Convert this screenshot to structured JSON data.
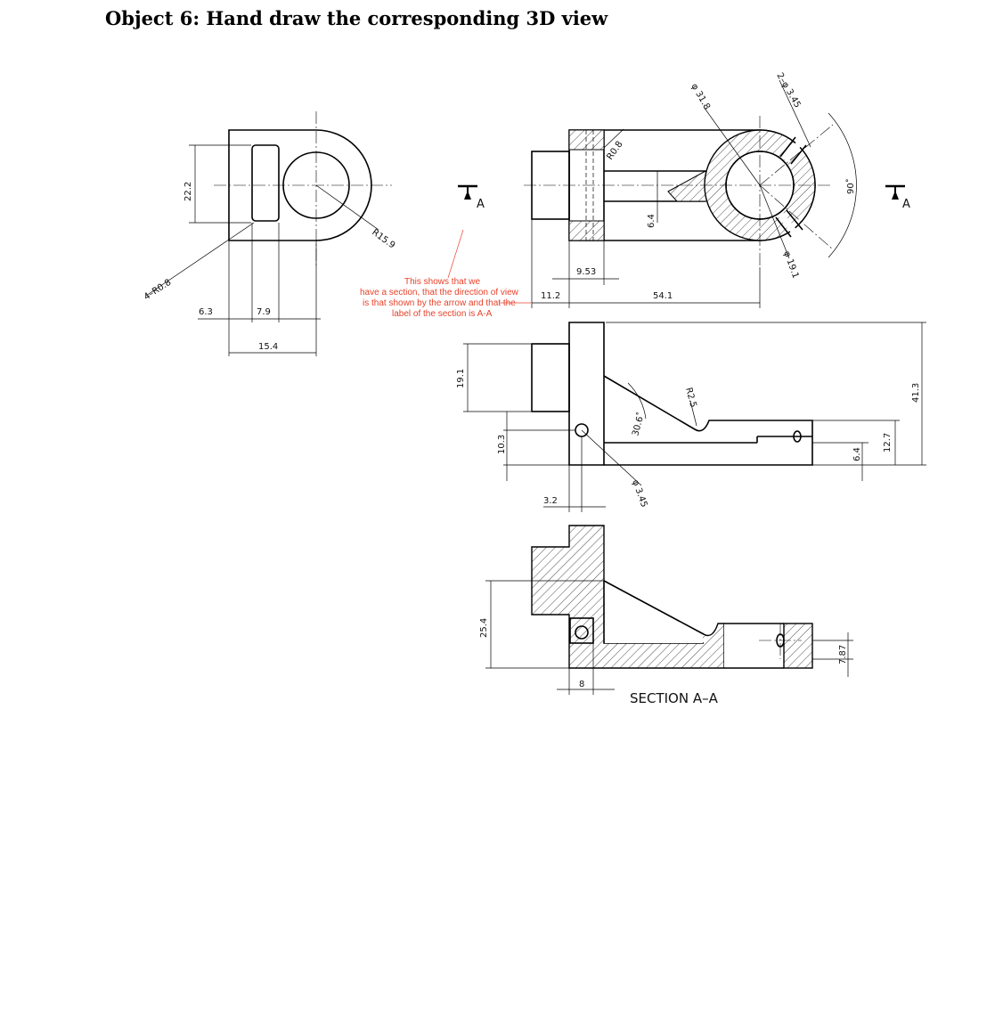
{
  "page": {
    "title": "Object 6: Hand draw the corresponding 3D view"
  },
  "note": {
    "lines": [
      "This shows that we",
      "have a section, that the direction of view",
      "is that shown by the arrow and that the",
      "label of the section is A-A"
    ],
    "color": "#e8412a"
  },
  "section_markers": {
    "left": "A",
    "right": "A"
  },
  "section_label": "SECTION A–A",
  "dimensions": {
    "d22_2": "22.2",
    "r_4": "4–R0.8",
    "r15_9": "R15.9",
    "d6_3": "6.3",
    "d7_9": "7.9",
    "d15_4": "15.4",
    "phi31_8": "φ 31.8",
    "phi3_45_2": "2–φ 3.45",
    "r0_8": "R0.8",
    "d6_4_top": "6.4",
    "ang90": "90˚",
    "phi19_1": "φ 19.1",
    "d9_53": "9.53",
    "d11_2": "11.2",
    "d54_1": "54.1",
    "d19_1": "19.1",
    "d10_3": "10.3",
    "ang30_6": "30.6˚",
    "r2_5": "R2.5",
    "phi3_45": "φ 3.45",
    "d3_2": "3.2",
    "d6_4": "6.4",
    "d12_7": "12.7",
    "d41_3": "41.3",
    "d25_4": "25.4",
    "d7_87": "7.87",
    "d8": "8"
  }
}
